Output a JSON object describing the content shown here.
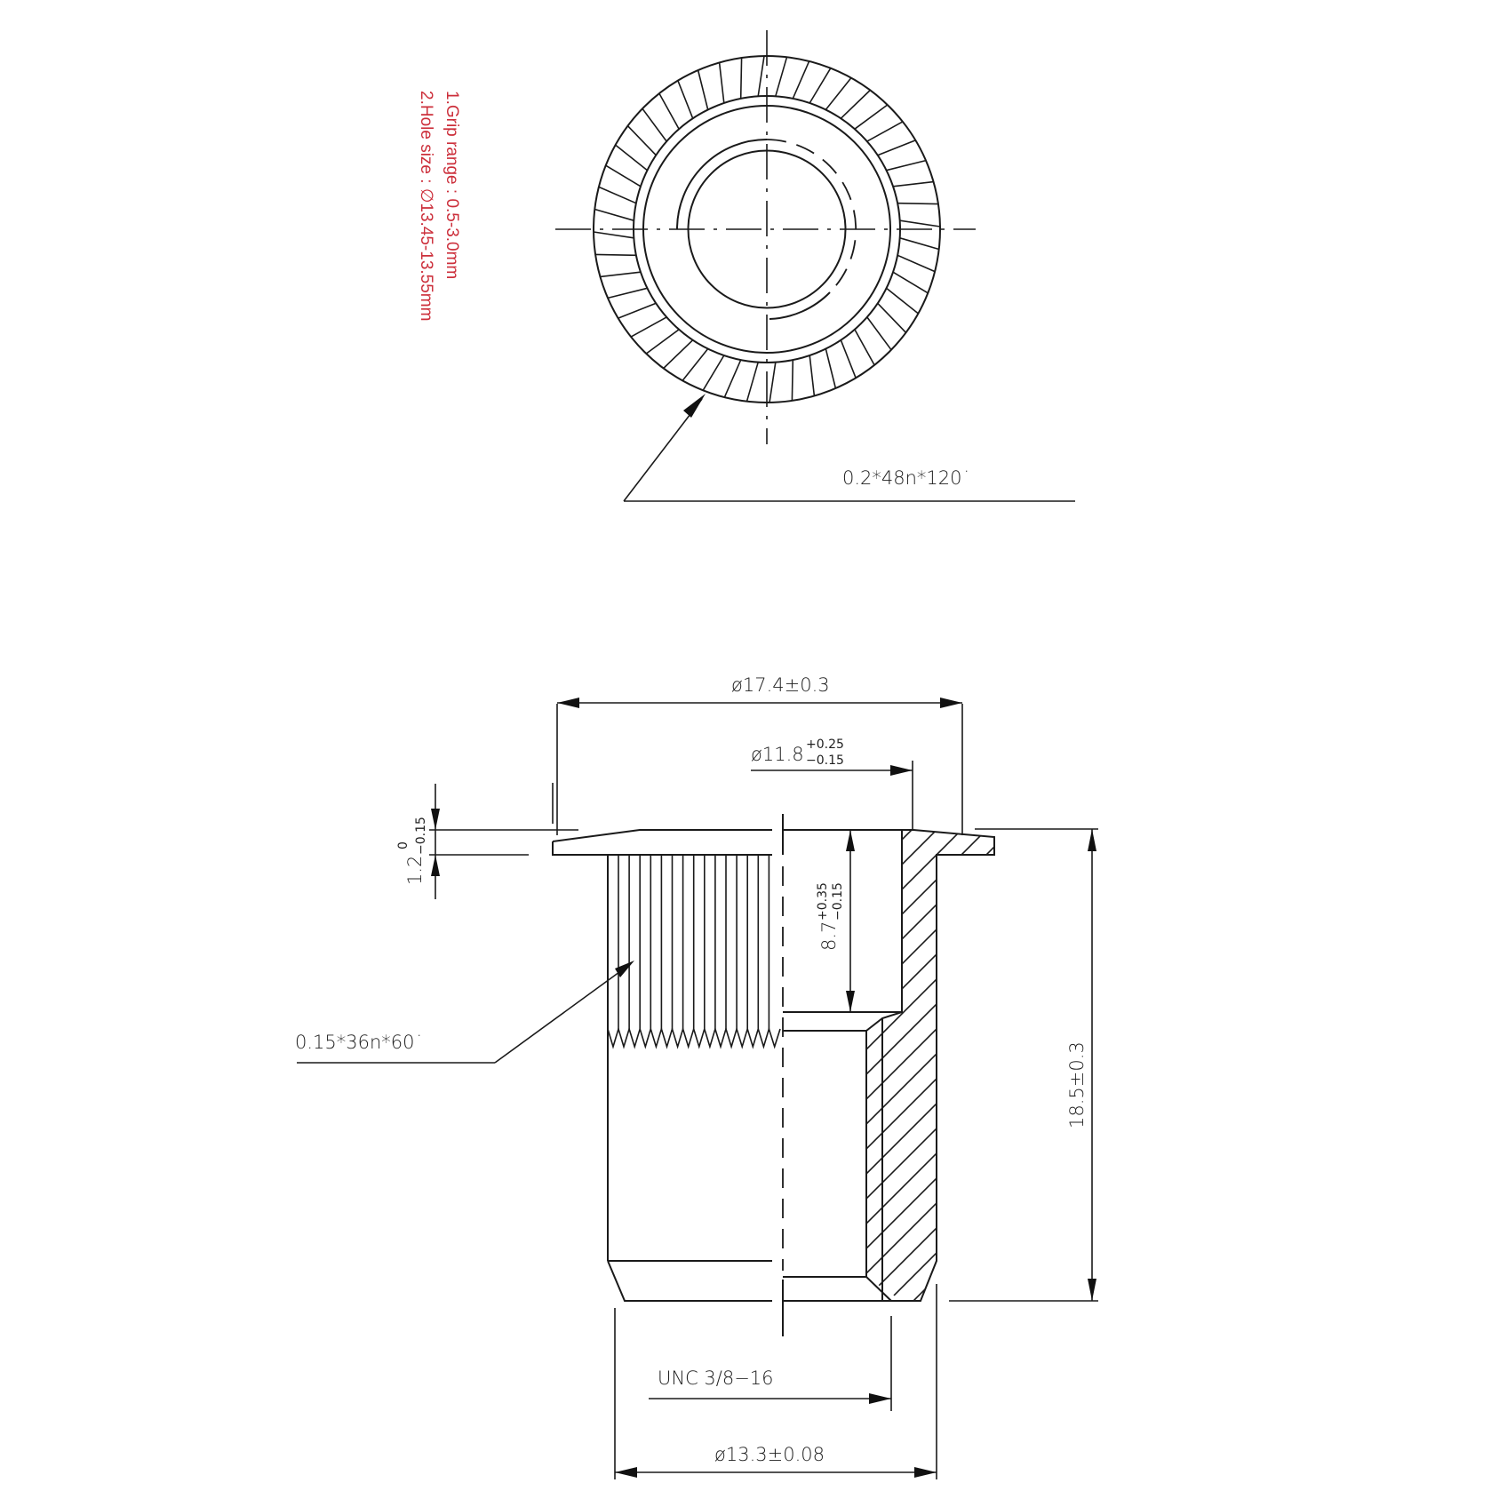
{
  "notes": {
    "grip_range": "1.Grip range : 0.5-3.0mm",
    "hole_size": "2.Hole size : ∅13.45-13.55mm",
    "color": "#cc2f3b"
  },
  "top_view": {
    "knurl_callout": "0.2*48n*120˙",
    "knurl_count": 48
  },
  "section_view": {
    "flange_diameter": "ø17.4±0.3",
    "counterbore_diameter": {
      "base": "ø11.8",
      "upper": "+0.25",
      "lower": "−0.15"
    },
    "flange_thickness": {
      "base": "1.2",
      "upper": "0",
      "lower": "−0.15"
    },
    "counterbore_depth": {
      "base": "8.7",
      "upper": "+0.35",
      "lower": "−0.15"
    },
    "overall_length": "18.5±0.3",
    "body_knurl_callout": "0.15*36n*60˙",
    "thread": "UNC 3/8−16",
    "body_diameter": "ø13.3±0.08"
  }
}
